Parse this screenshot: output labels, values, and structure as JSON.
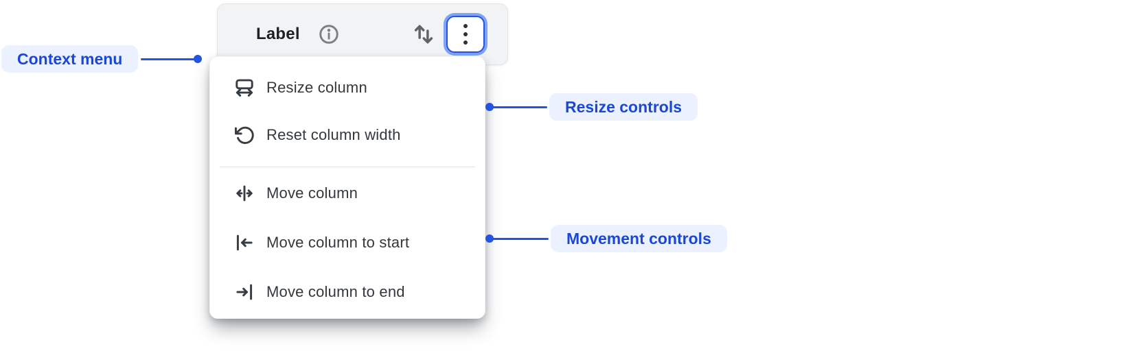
{
  "header": {
    "title": "Label",
    "icons": {
      "info": "info-icon",
      "sort": "sort-ascending-descending-icon",
      "kebab": "kebab-menu-icon"
    }
  },
  "menu": {
    "items": [
      {
        "label": "Resize column",
        "icon": "resize-horizontal-icon"
      },
      {
        "label": "Reset column width",
        "icon": "reset-icon"
      },
      {
        "label": "Move column",
        "icon": "move-horizontal-icon"
      },
      {
        "label": "Move column to start",
        "icon": "move-to-start-icon"
      },
      {
        "label": "Move column to end",
        "icon": "move-to-end-icon"
      }
    ]
  },
  "annotations": [
    {
      "label": "Context menu"
    },
    {
      "label": "Resize controls"
    },
    {
      "label": "Movement controls"
    }
  ],
  "colors": {
    "accent": "#2453e0",
    "pill_bg": "#ebf1fe",
    "pill_text": "#1a47d6",
    "menu_text": "#33383d",
    "header_bg": "#f2f3f4",
    "focus_ring_outer": "#7ea3f8"
  }
}
